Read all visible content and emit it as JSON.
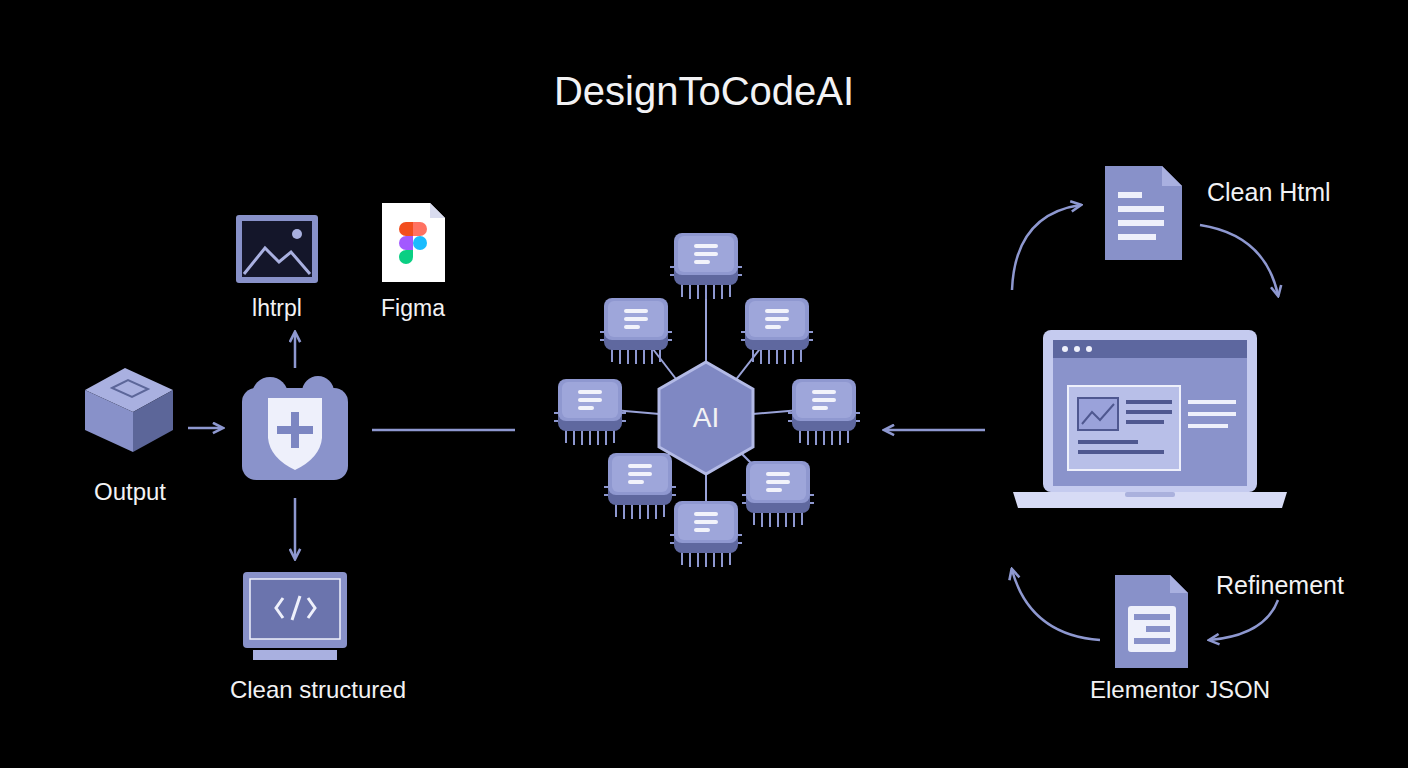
{
  "diagram": {
    "title": "DesignToCodeAI",
    "nodes": [
      {
        "text": [
          "Clean Html"
        ]
      },
      {
        "text": [
          "lhtrpl"
        ]
      },
      {
        "text": [
          "Figma"
        ]
      },
      {
        "text": [
          "AI"
        ]
      },
      {
        "text": [
          "Output"
        ]
      },
      {
        "text": [
          "Clean structured"
        ]
      },
      {
        "text": [
          "Elementor JSON"
        ]
      }
    ],
    "labels": [
      "Refinement"
    ]
  }
}
